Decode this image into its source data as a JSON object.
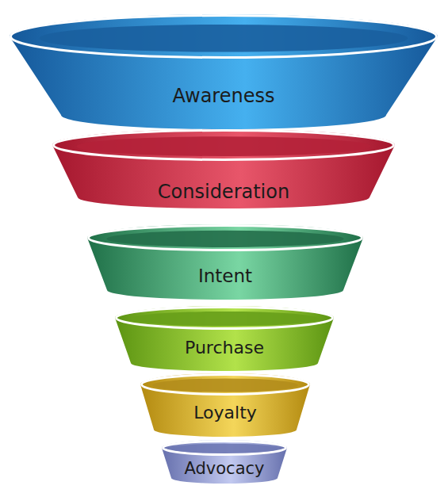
{
  "diagram": {
    "nodes": [
      {
        "text": [
          "Awareness"
        ]
      },
      {
        "text": [
          "Consideration"
        ]
      },
      {
        "text": [
          "Intent"
        ]
      },
      {
        "text": [
          "Purchase"
        ]
      },
      {
        "text": [
          "Loyalty"
        ]
      },
      {
        "text": [
          "Advocacy"
        ]
      }
    ]
  }
}
